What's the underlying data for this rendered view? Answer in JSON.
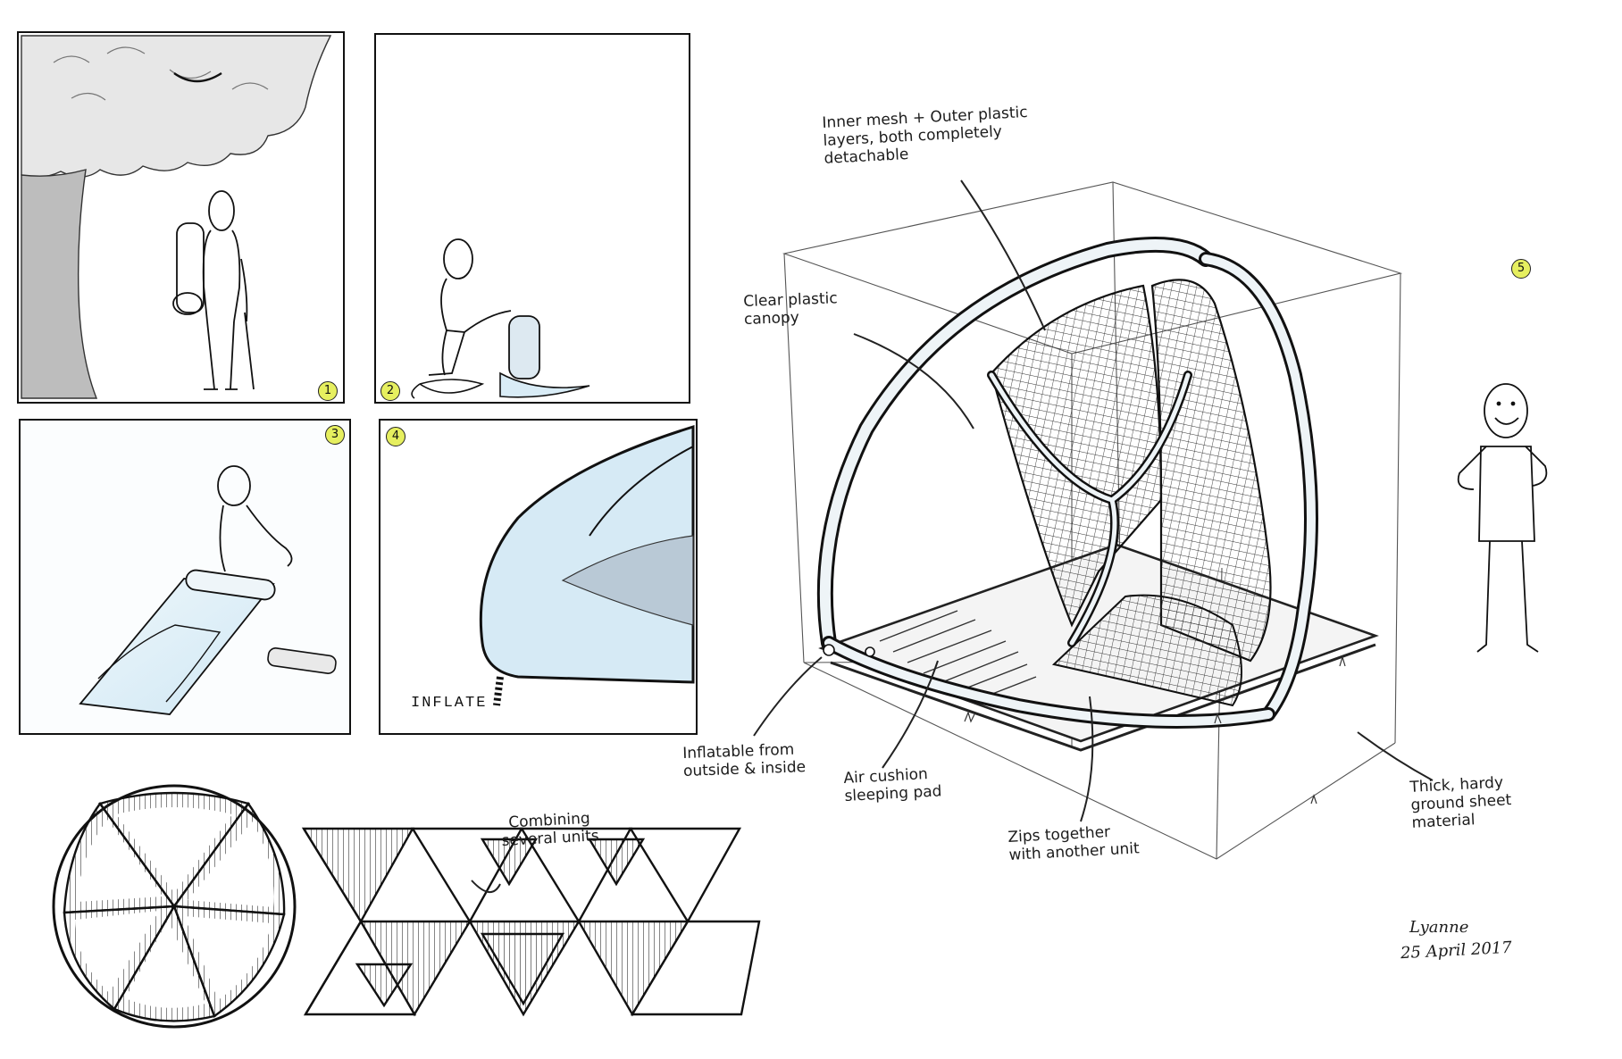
{
  "panels": [
    {
      "number": "1"
    },
    {
      "number": "2"
    },
    {
      "number": "3"
    },
    {
      "number": "4",
      "caption": "INFLATE"
    }
  ],
  "main_sketch": {
    "number": "5",
    "annotations": {
      "layers": "Inner mesh + Outer plastic\nlayers, both completely\ndetachable",
      "canopy": "Clear plastic\ncanopy",
      "inflatable": "Inflatable from\noutside & inside",
      "cushion": "Air cushion\nsleeping pad",
      "zips": "Zips together\nwith another unit",
      "ground": "Thick, hardy\nground sheet\nmaterial"
    }
  },
  "combining_label": "Combining\nseveral units",
  "signature": {
    "name": "Lyanne",
    "date": "25 April 2017"
  },
  "colors": {
    "ink": "#1c1c1c",
    "badge": "#e6ef5f",
    "tint_blue": "#d9ecf6",
    "shade_gray": "#cfcfcf"
  }
}
